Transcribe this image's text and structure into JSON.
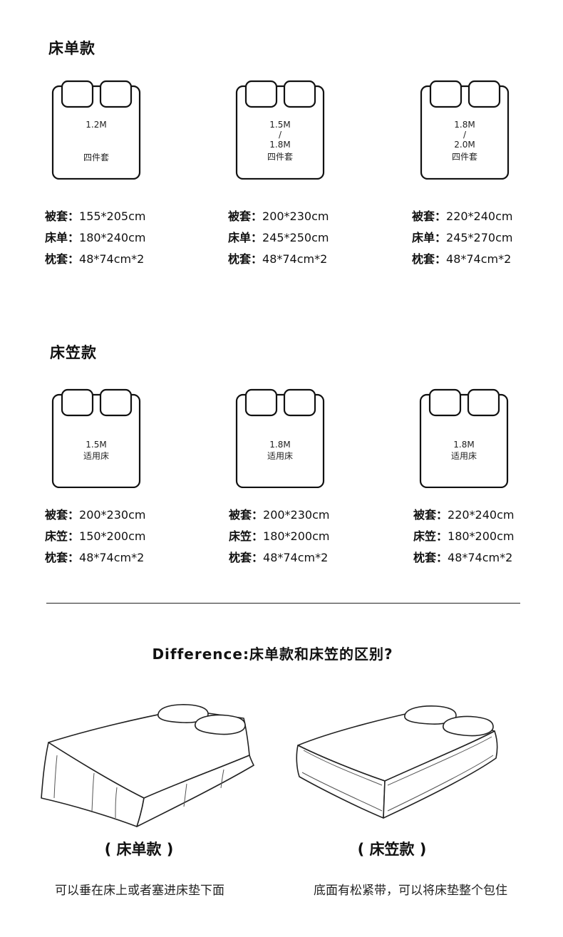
{
  "sheet_section": {
    "title": "床单款",
    "cards": [
      {
        "size_lines": [
          "1.2M"
        ],
        "type": "四件套",
        "specs": [
          {
            "label": "被套：",
            "value": "155*205cm"
          },
          {
            "label": "床单：",
            "value": "180*240cm"
          },
          {
            "label": "枕套：",
            "value": "48*74cm*2"
          }
        ]
      },
      {
        "size_lines": [
          "1.5M",
          "/",
          "1.8M"
        ],
        "type": "四件套",
        "specs": [
          {
            "label": "被套：",
            "value": "200*230cm"
          },
          {
            "label": "床单：",
            "value": "245*250cm"
          },
          {
            "label": "枕套：",
            "value": "48*74cm*2"
          }
        ]
      },
      {
        "size_lines": [
          "1.8M",
          "/",
          "2.0M"
        ],
        "type": "四件套",
        "specs": [
          {
            "label": "被套：",
            "value": "220*240cm"
          },
          {
            "label": "床单：",
            "value": "245*270cm"
          },
          {
            "label": "枕套：",
            "value": "48*74cm*2"
          }
        ]
      }
    ]
  },
  "fitted_section": {
    "title": "床笠款",
    "cards": [
      {
        "size_lines": [
          "1.5M"
        ],
        "type": "适用床",
        "specs": [
          {
            "label": "被套：",
            "value": "200*230cm"
          },
          {
            "label": "床笠：",
            "value": "150*200cm"
          },
          {
            "label": "枕套：",
            "value": "48*74cm*2"
          }
        ]
      },
      {
        "size_lines": [
          "1.8M"
        ],
        "type": "适用床",
        "specs": [
          {
            "label": "被套：",
            "value": "200*230cm"
          },
          {
            "label": "床笠：",
            "value": "180*200cm"
          },
          {
            "label": "枕套：",
            "value": "48*74cm*2"
          }
        ]
      },
      {
        "size_lines": [
          "1.8M"
        ],
        "type": "适用床",
        "specs": [
          {
            "label": "被套：",
            "value": "220*240cm"
          },
          {
            "label": "床笠：",
            "value": "180*200cm"
          },
          {
            "label": "枕套：",
            "value": "48*74cm*2"
          }
        ]
      }
    ]
  },
  "difference": {
    "title": "Difference:床单款和床笠的区别?",
    "left": {
      "caption": "( 床单款 )",
      "description": "可以垂在床上或者塞进床垫下面"
    },
    "right": {
      "caption": "( 床笠款 )",
      "description": "底面有松紧带，可以将床垫整个包住"
    }
  }
}
